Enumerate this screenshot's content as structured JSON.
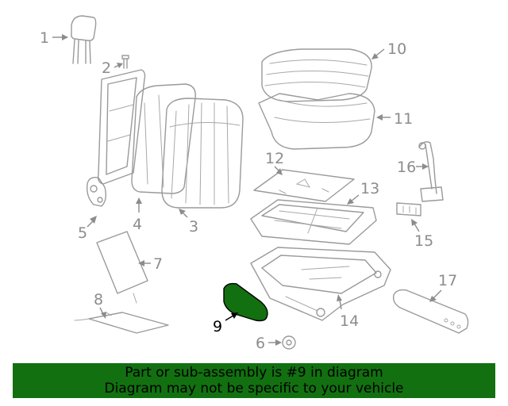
{
  "diagram": {
    "callouts": [
      "1",
      "2",
      "3",
      "4",
      "5",
      "6",
      "7",
      "8",
      "9",
      "10",
      "11",
      "12",
      "13",
      "14",
      "15",
      "16",
      "17"
    ],
    "highlighted_part": "9",
    "highlight_color": "#127010"
  },
  "banner": {
    "line1": "Part or sub-assembly is #9 in diagram",
    "line2": "Diagram may not be specific to your vehicle",
    "background": "#127010"
  }
}
